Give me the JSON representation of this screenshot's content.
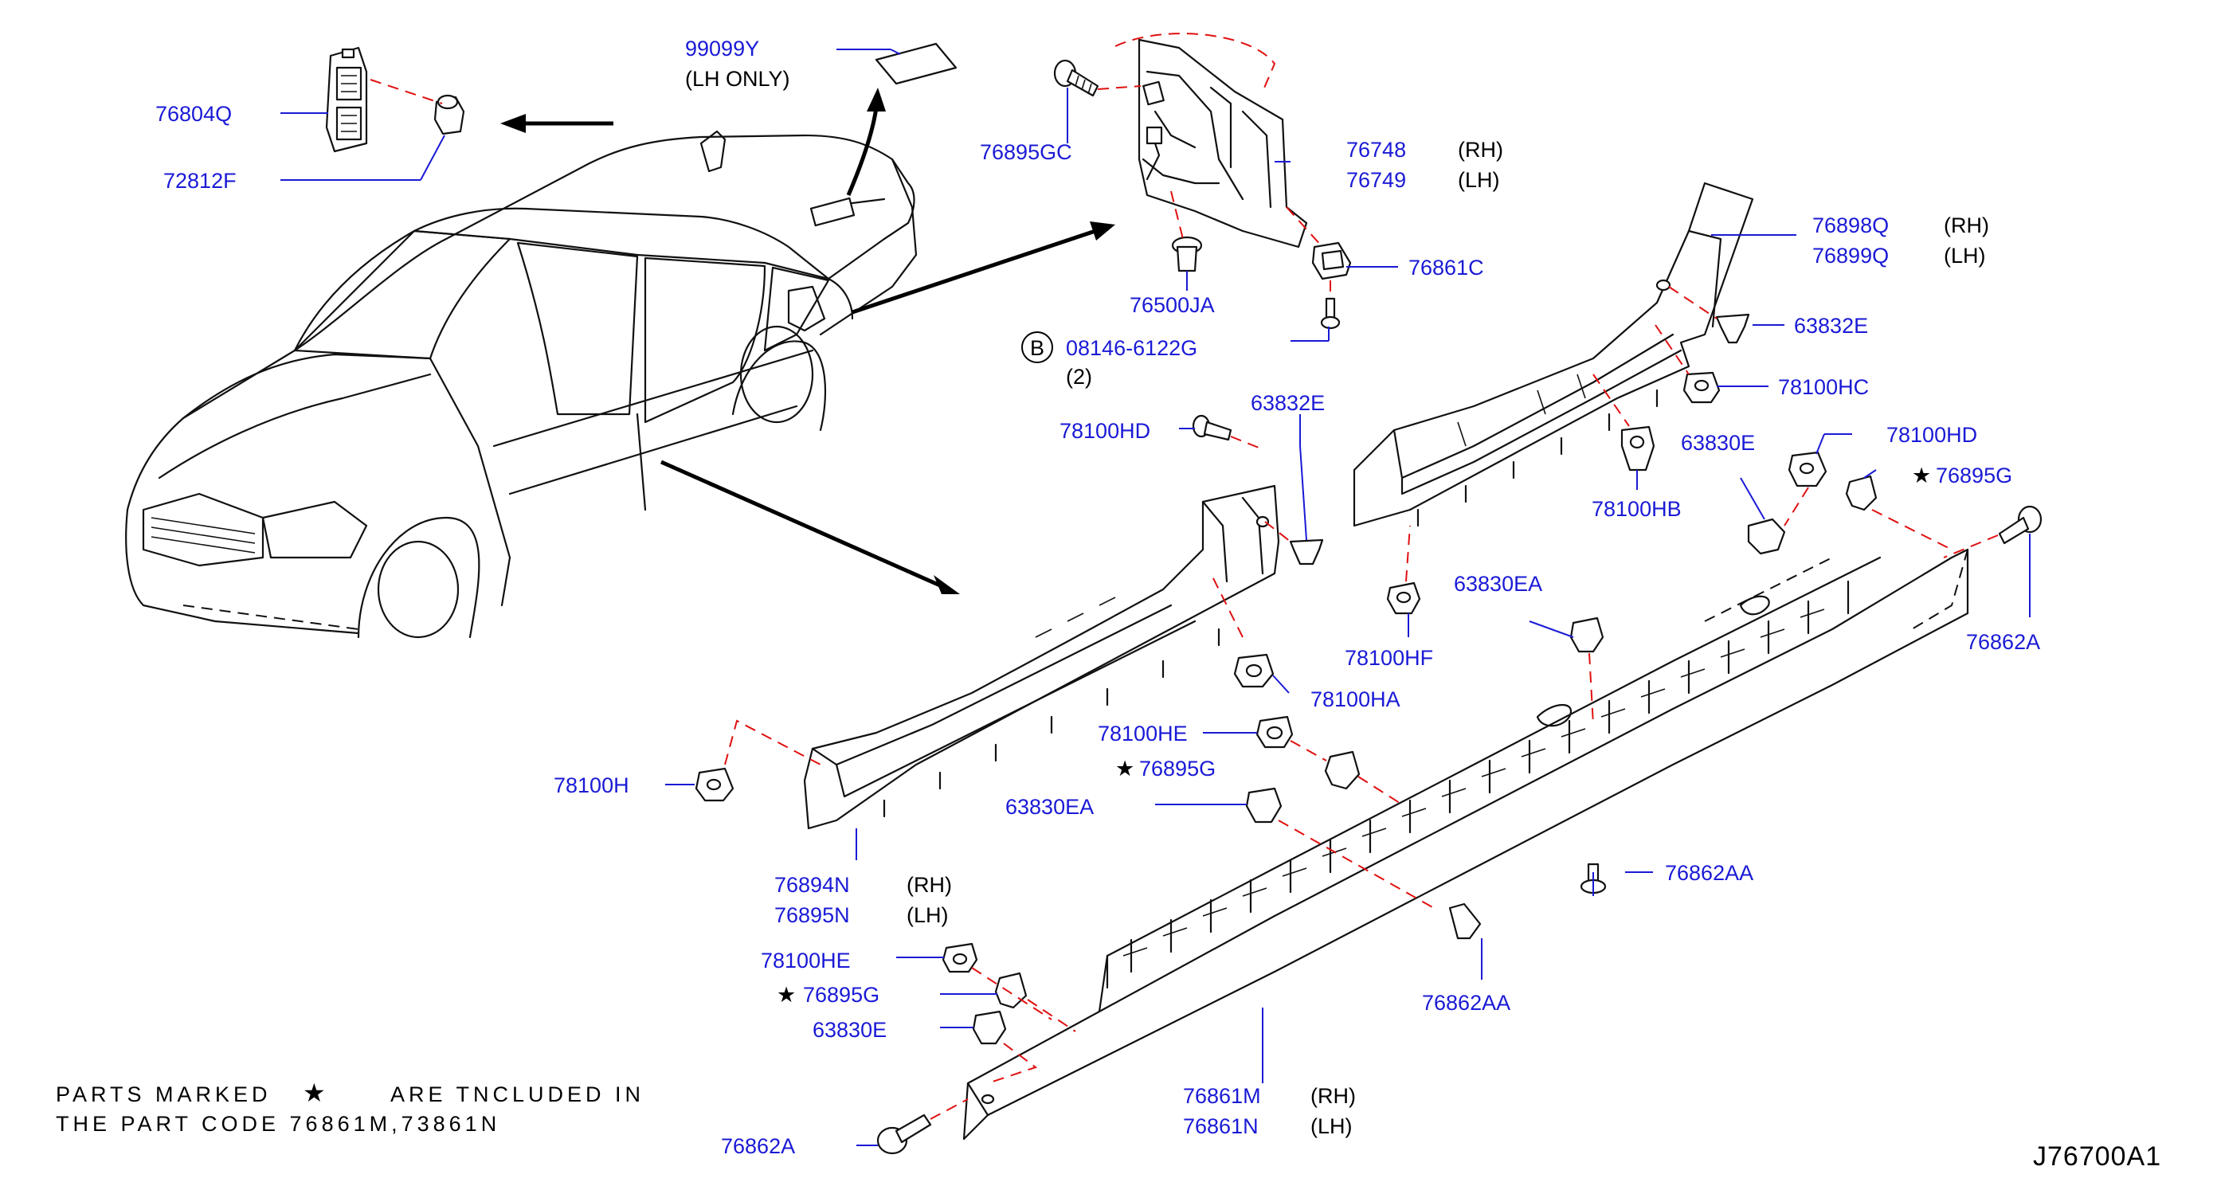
{
  "drawing_code": "J76700A1",
  "note": {
    "line1_a": "PARTS  MARKED",
    "line1_b": "ARE  TNCLUDED  IN",
    "line2": "THE  PART  CODE  76861M,73861N",
    "star_icon": "star-icon"
  },
  "labels": {
    "p76804Q": "76804Q",
    "p72812F": "72812F",
    "p99099Y": "99099Y",
    "p99099Y_note": "(LH   ONLY)",
    "p76895GC": "76895GC",
    "p76748": "76748",
    "p76748_side": "(RH)",
    "p76749": "76749",
    "p76749_side": "(LH)",
    "p76861C": "76861C",
    "p76500JA": "76500JA",
    "bolt_circle": "B",
    "bolt_code": "08146-6122G",
    "bolt_qty": "(2)",
    "p76898Q": "76898Q",
    "p76898Q_side": "(RH)",
    "p76899Q": "76899Q",
    "p76899Q_side": "(LH)",
    "p63832E_right": "63832E",
    "p78100HC": "78100HC",
    "p78100HD_left": "78100HD",
    "p63832E_mid": "63832E",
    "p63830E_right": "63830E",
    "p78100HD_right": "78100HD",
    "p76895G_right": "76895G",
    "p78100HB": "78100HB",
    "p63830EA_partial": "63830EA",
    "p76862A_right": "76862A",
    "p78100HF": "78100HF",
    "p78100HA": "78100HA",
    "p78100HE_mid": "78100HE",
    "p76895G_mid": "76895G",
    "p63830EA": "63830EA",
    "p78100H": "78100H",
    "p76894N": "76894N",
    "p76894N_side": "(RH)",
    "p76895N": "76895N",
    "p76895N_side": "(LH)",
    "p76862AA_right": "76862AA",
    "p76862AA_mid": "76862AA",
    "p78100HE_low": "78100HE",
    "p76895G_low": "76895G",
    "p63830E_low": "63830E",
    "p76861M": "76861M",
    "p76861M_side": "(RH)",
    "p76861N": "76861N",
    "p76861N_side": "(LH)",
    "p76862A_low": "76862A"
  },
  "colors": {
    "label": "#1a1ad6",
    "leader": "#1a1ad6",
    "dashed_alignment": "#e01010",
    "linework": "#111111"
  }
}
